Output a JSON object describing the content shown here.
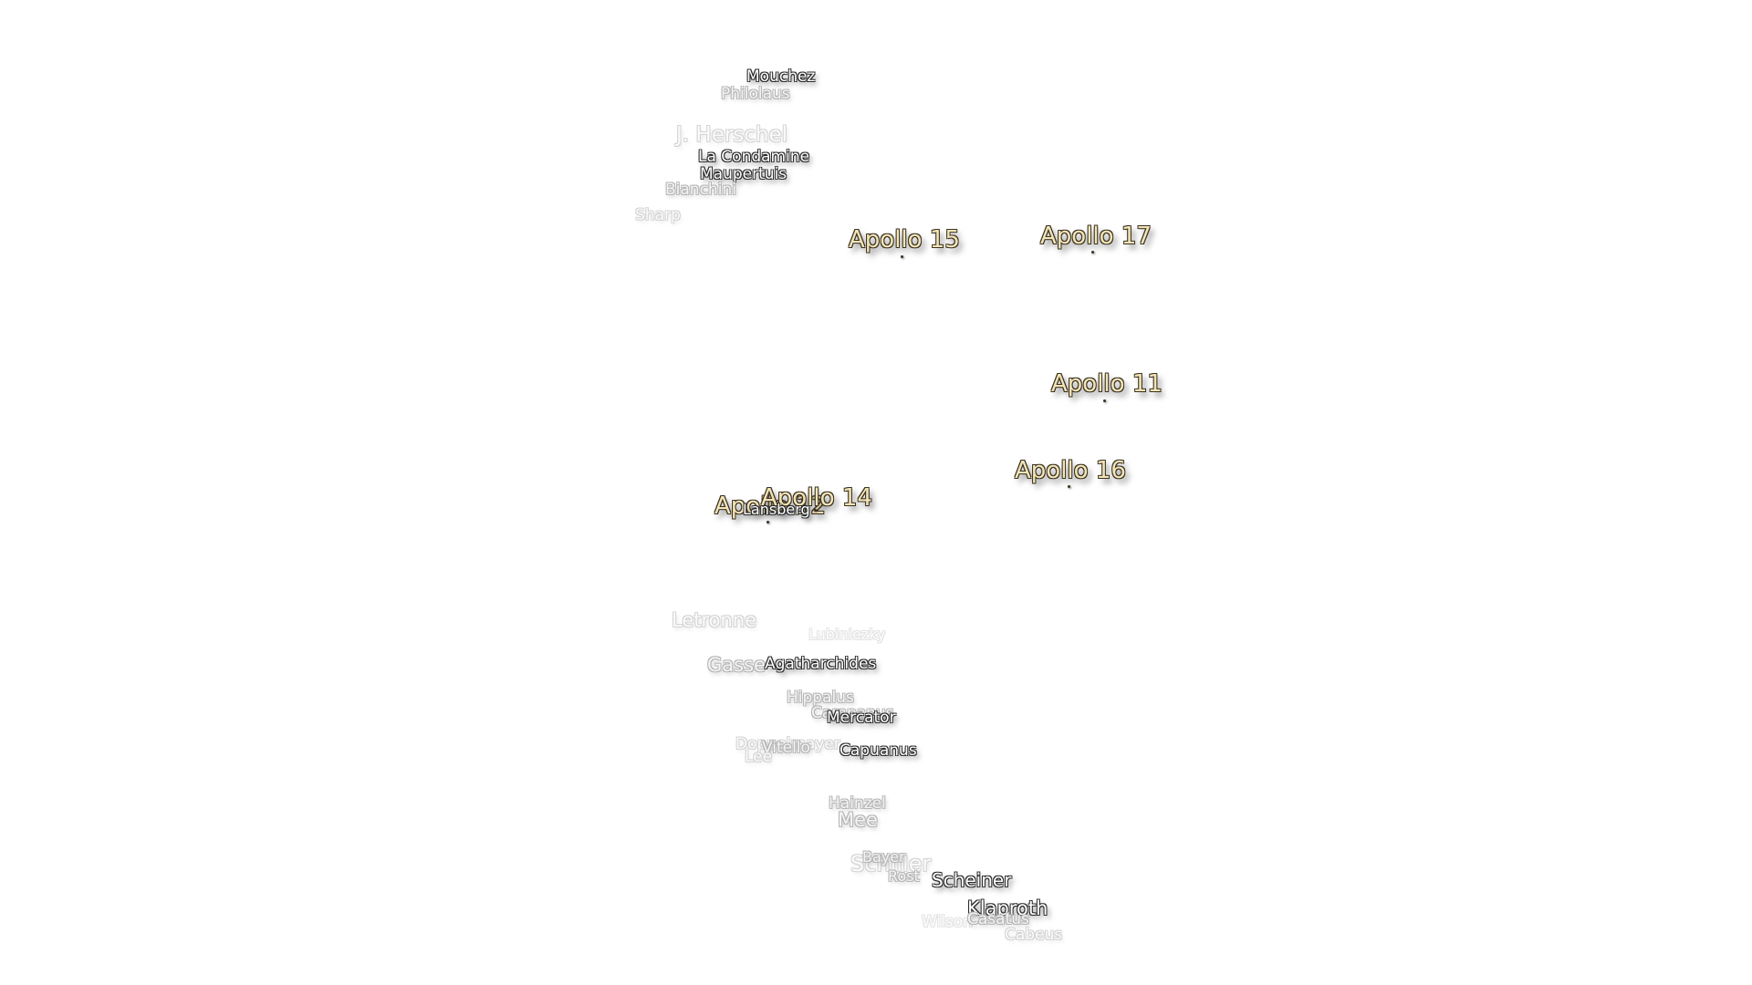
{
  "map": {
    "craters": {
      "mouchez": "Mouchez",
      "philolaus": "Philolaus",
      "j_herschel": "J. Herschel",
      "la_condamine": "La Condamine",
      "maupertuis": "Maupertuis",
      "bianchini": "Bianchini",
      "sharp": "Sharp",
      "lansberg": "Lansberg",
      "letronne": "Letronne",
      "lubiniezky": "Lubiniezky",
      "gassendi": "Gasse",
      "agatharchides": "Agatharchides",
      "hippalus": "Hippalus",
      "campanus": "Campanus",
      "mercator": "Mercator",
      "doppelmayer": "Doppelmayer",
      "vitello": "Vitello",
      "lee": "Lee",
      "capuanus": "Capuanus",
      "hainzel": "Hainzel",
      "mee": "Mee",
      "bayer": "Bayer",
      "schiller": "Schiller",
      "rost": "Rost",
      "scheiner": "Scheiner",
      "klaproth": "Klaproth",
      "casatus": "Casatus",
      "wilson": "Wilson",
      "cabeus": "Cabeus"
    },
    "apollo_sites": {
      "apollo_15": "Apollo 15",
      "apollo_17": "Apollo 17",
      "apollo_11": "Apollo 11",
      "apollo_16": "Apollo 16",
      "apollo_14": "Apollo 14",
      "apollo_12": "Apollo 12"
    }
  }
}
